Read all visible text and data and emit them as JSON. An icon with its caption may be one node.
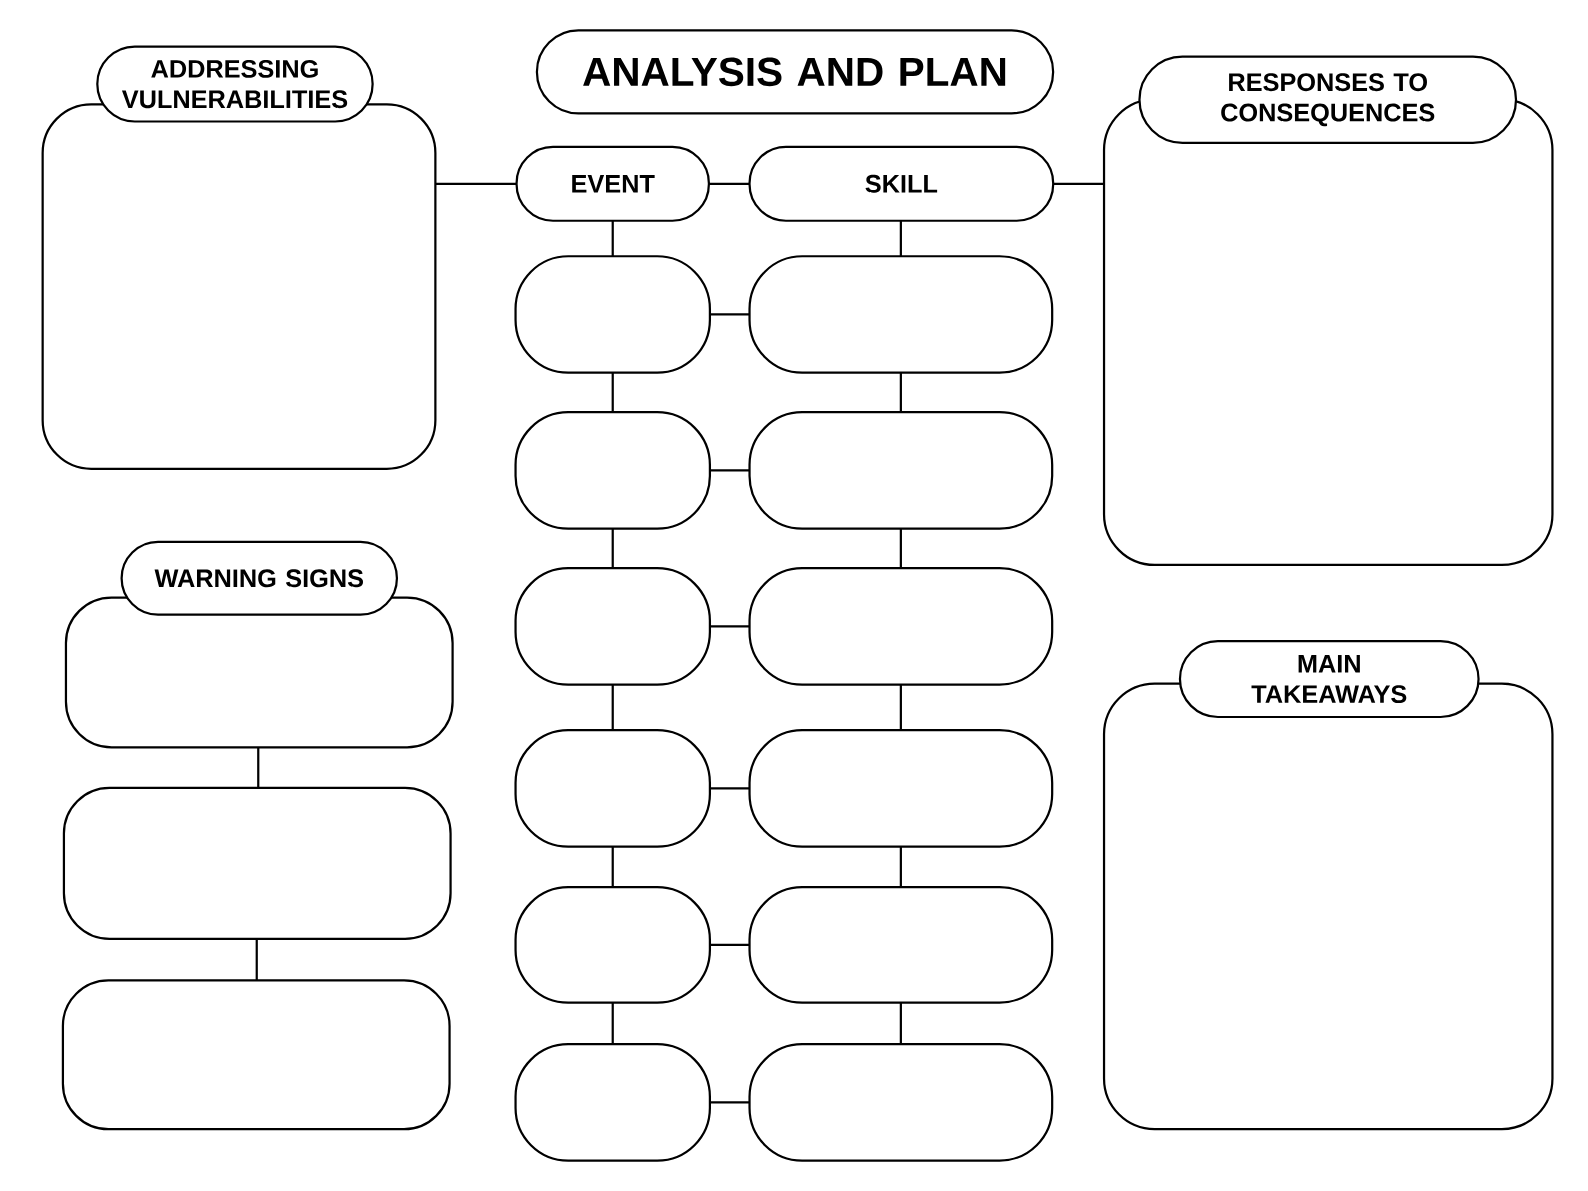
{
  "diagram": {
    "nodes": [
      {
        "text": [
          "ANALYSIS AND PLAN"
        ]
      },
      {
        "text": [
          "ADDRESSING VULNERABILITIES"
        ]
      },
      {
        "text": [
          "EVENT"
        ]
      },
      {
        "text": [
          "SKILL"
        ]
      },
      {
        "text": [
          "RESPONSES TO CONSEQUENCES"
        ]
      },
      {
        "text": [
          "WARNING SIGNS"
        ]
      },
      {
        "text": [],
        "shape": "box"
      },
      {
        "text": [],
        "shape": "box"
      },
      {
        "text": [
          "MAIN TAKEAWAYS"
        ]
      },
      {
        "text": [],
        "shape": "box"
      },
      {
        "text": [],
        "shape": "box"
      },
      {
        "text": [],
        "shape": "box"
      },
      {
        "text": [],
        "shape": "box"
      },
      {
        "text": [],
        "shape": "box"
      },
      {
        "text": [],
        "shape": "box"
      },
      {
        "text": [],
        "shape": "box"
      },
      {
        "text": [],
        "shape": "box"
      },
      {
        "text": [],
        "shape": "box"
      },
      {
        "text": [],
        "shape": "box"
      },
      {
        "text": [],
        "shape": "box"
      },
      {
        "text": [],
        "shape": "box"
      }
    ],
    "edges": [
      {
        "from": 1,
        "to": 2,
        "arrow": "none"
      },
      {
        "from": 2,
        "to": 3,
        "arrow": "none"
      },
      {
        "from": 3,
        "to": 4,
        "arrow": "none"
      },
      {
        "from": 2,
        "to": 9,
        "arrow": "none"
      },
      {
        "from": 3,
        "to": 10,
        "arrow": "none"
      },
      {
        "from": 9,
        "to": 10,
        "arrow": "none"
      },
      {
        "from": 9,
        "to": 11,
        "arrow": "none"
      },
      {
        "from": 10,
        "to": 12,
        "arrow": "none"
      },
      {
        "from": 11,
        "to": 12,
        "arrow": "none"
      },
      {
        "from": 11,
        "to": 13,
        "arrow": "none"
      },
      {
        "from": 12,
        "to": 14,
        "arrow": "none"
      },
      {
        "from": 13,
        "to": 14,
        "arrow": "none"
      },
      {
        "from": 13,
        "to": 15,
        "arrow": "none"
      },
      {
        "from": 14,
        "to": 16,
        "arrow": "none"
      },
      {
        "from": 15,
        "to": 16,
        "arrow": "none"
      },
      {
        "from": 15,
        "to": 17,
        "arrow": "none"
      },
      {
        "from": 16,
        "to": 18,
        "arrow": "none"
      },
      {
        "from": 17,
        "to": 18,
        "arrow": "none"
      },
      {
        "from": 17,
        "to": 19,
        "arrow": "none"
      },
      {
        "from": 18,
        "to": 20,
        "arrow": "none"
      },
      {
        "from": 19,
        "to": 20,
        "arrow": "none"
      },
      {
        "from": 5,
        "to": 6,
        "arrow": "none"
      },
      {
        "from": 6,
        "to": 7,
        "arrow": "none"
      }
    ]
  }
}
